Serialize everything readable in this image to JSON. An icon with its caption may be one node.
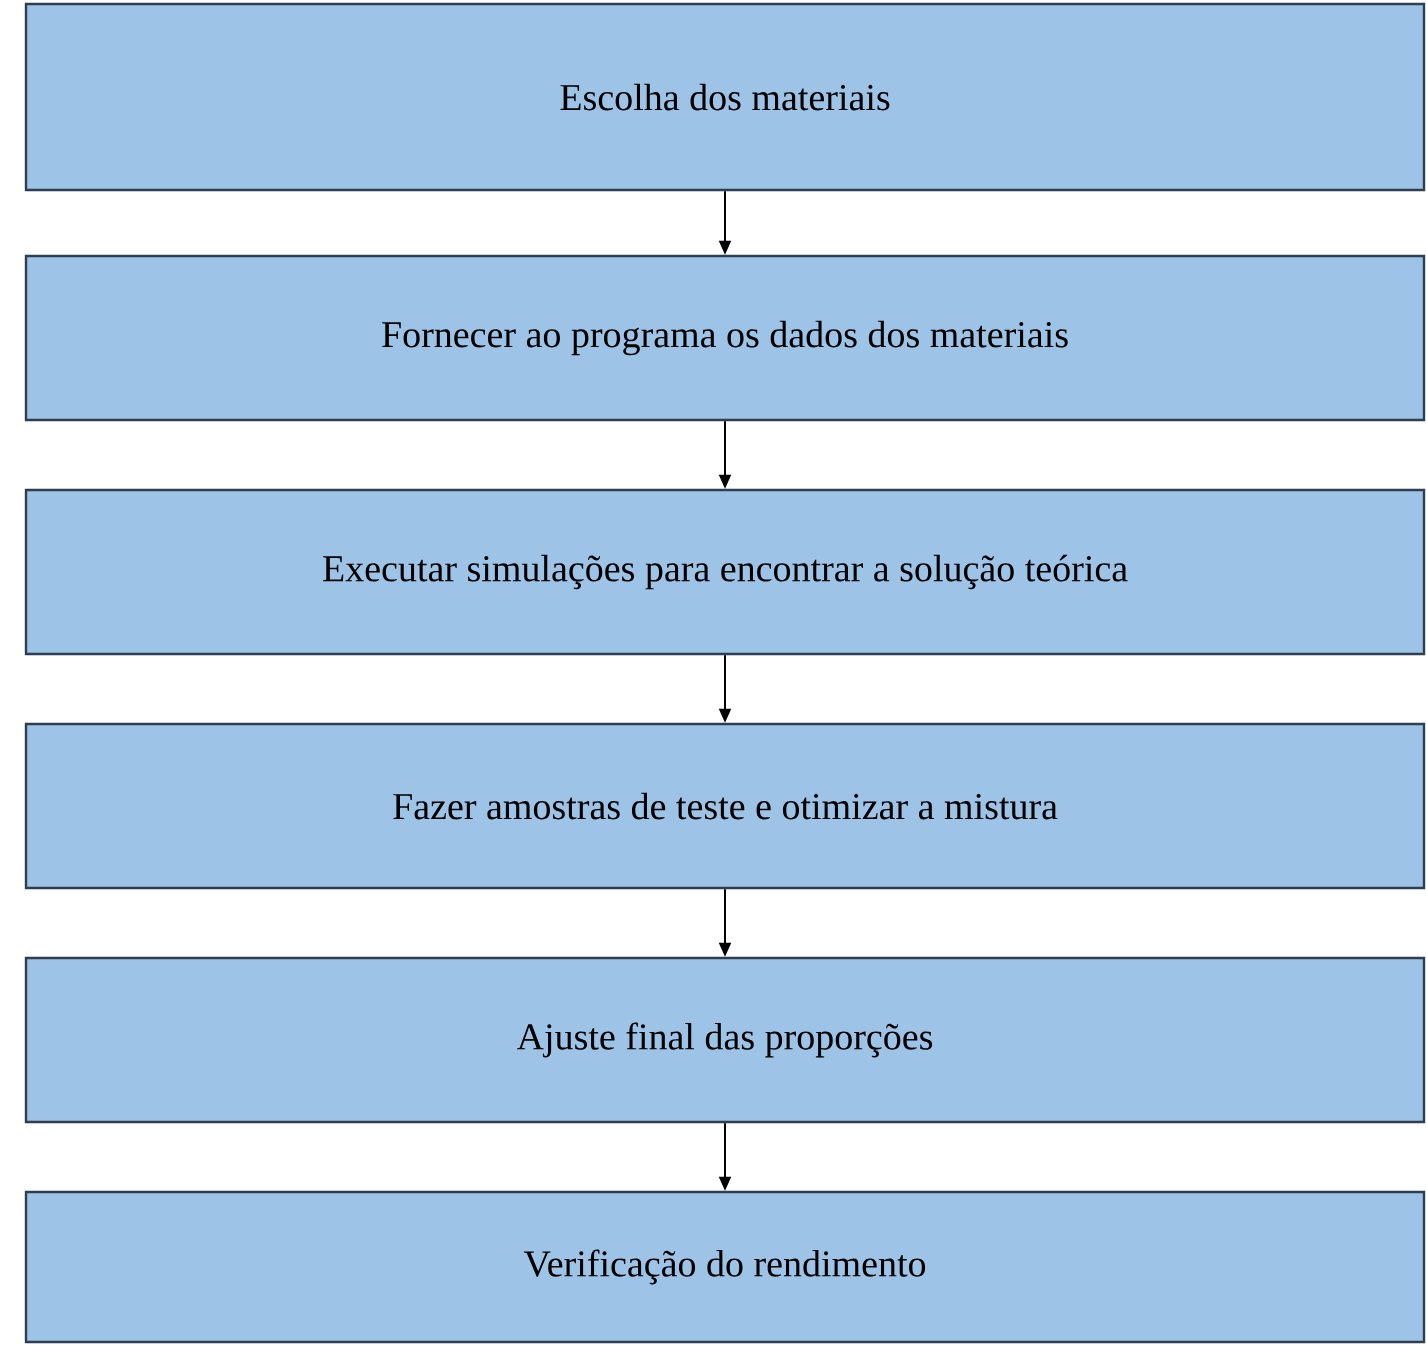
{
  "diagram": {
    "nodes": [
      {
        "text": [
          "Escolha dos materiais"
        ]
      },
      {
        "text": [
          "Fornecer ao programa os dados dos materiais"
        ]
      },
      {
        "text": [
          "Executar simulações para encontrar a solução teórica"
        ]
      },
      {
        "text": [
          "Fazer amostras de teste e otimizar a mistura"
        ]
      },
      {
        "text": [
          "Ajuste final das proporções"
        ]
      },
      {
        "text": [
          "Verificação do rendimento"
        ]
      }
    ],
    "edges": [
      {
        "from": 0,
        "to": 1,
        "arrow": "to"
      },
      {
        "from": 1,
        "to": 2,
        "arrow": "to"
      },
      {
        "from": 2,
        "to": 3,
        "arrow": "to"
      },
      {
        "from": 3,
        "to": 4,
        "arrow": "to"
      },
      {
        "from": 4,
        "to": 5,
        "arrow": "to"
      }
    ]
  }
}
